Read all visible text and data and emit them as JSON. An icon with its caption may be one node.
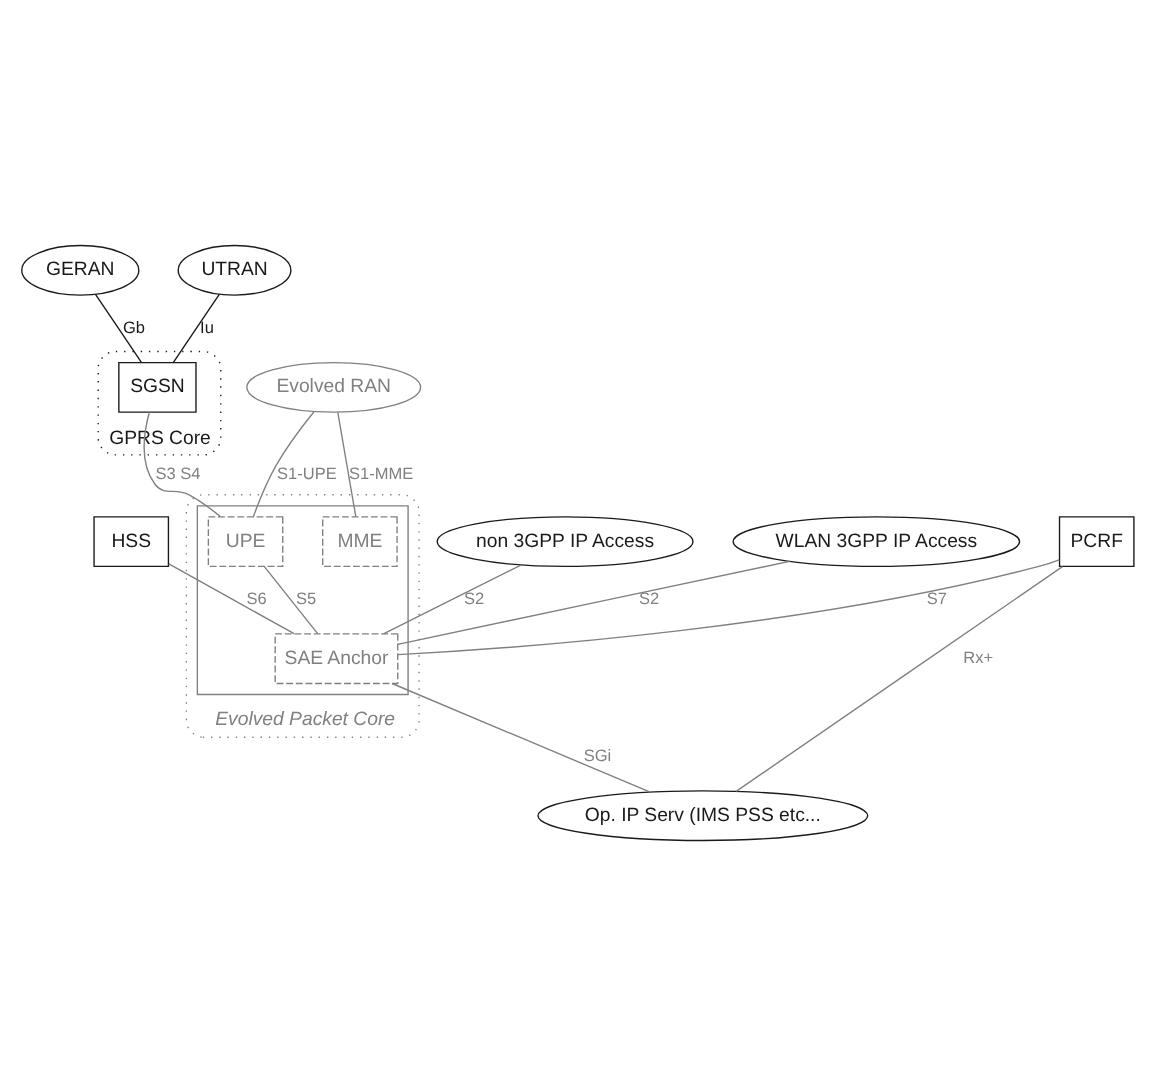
{
  "diagram": {
    "nodes": [
      {
        "text": [
          "GERAN"
        ]
      },
      {
        "text": [
          "UTRAN"
        ]
      },
      {
        "text": [
          "GPRS Core"
        ]
      },
      {
        "text": [
          "SGSN"
        ],
        "in": 2
      },
      {
        "text": [
          "HSS"
        ]
      },
      {
        "text": [
          "PCRF"
        ]
      },
      {
        "text": [
          "Evolved Packet Core"
        ]
      },
      {
        "text": [],
        "shape": "box",
        "in": 6
      },
      {
        "text": [
          "UPE"
        ],
        "in": 7
      },
      {
        "text": [
          "MME"
        ],
        "in": 7
      },
      {
        "text": [
          "SAE Anchor"
        ],
        "in": 7
      },
      {
        "text": [
          "Evolved RAN"
        ]
      },
      {
        "text": [
          "Op. IP Serv (IMS PSS etc..."
        ]
      },
      {
        "text": [
          "non 3GPP IP Access"
        ]
      },
      {
        "text": [
          "WLAN 3GPP IP Access"
        ]
      }
    ],
    "edges": [
      {
        "from": 0,
        "to": 3,
        "arrow": "none",
        "label": "Gb",
        "color": "#1a1a1a"
      },
      {
        "from": 1,
        "to": 3,
        "arrow": "none",
        "label": "Iu",
        "color": "#1a1a1a"
      },
      {
        "from": 3,
        "to": 8,
        "arrow": "none",
        "label": "S3 S4"
      },
      {
        "from": 8,
        "to": 10,
        "arrow": "none",
        "label": "S5"
      },
      {
        "from": 4,
        "to": 10,
        "arrow": "none",
        "label": "S6"
      },
      {
        "from": 5,
        "to": 10,
        "arrow": "none",
        "label": "S7"
      },
      {
        "from": 5,
        "to": 12,
        "arrow": "none",
        "label": "Rx+"
      },
      {
        "from": 11,
        "to": 8,
        "arrow": "none",
        "label": "S1-UPE"
      },
      {
        "from": 11,
        "to": 9,
        "arrow": "none",
        "label": "S1-MME"
      },
      {
        "from": 10,
        "to": 12,
        "arrow": "none",
        "label": "SGi"
      },
      {
        "from": 13,
        "to": 10,
        "arrow": "none",
        "label": "S2"
      },
      {
        "from": 14,
        "to": 10,
        "arrow": "none",
        "label": "S2"
      }
    ]
  }
}
